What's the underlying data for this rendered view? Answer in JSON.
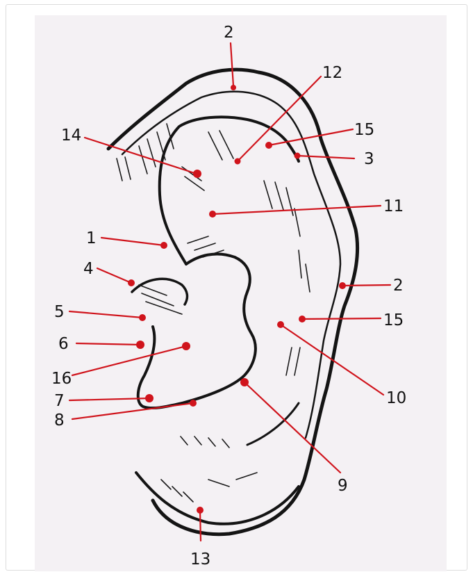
{
  "figure": {
    "labels": [
      {
        "id": "label-1",
        "text": "1"
      },
      {
        "id": "label-2-top",
        "text": "2"
      },
      {
        "id": "label-2-right",
        "text": "2"
      },
      {
        "id": "label-3",
        "text": "3"
      },
      {
        "id": "label-4",
        "text": "4"
      },
      {
        "id": "label-5",
        "text": "5"
      },
      {
        "id": "label-6",
        "text": "6"
      },
      {
        "id": "label-7",
        "text": "7"
      },
      {
        "id": "label-8",
        "text": "8"
      },
      {
        "id": "label-9",
        "text": "9"
      },
      {
        "id": "label-10",
        "text": "10"
      },
      {
        "id": "label-11",
        "text": "11"
      },
      {
        "id": "label-12",
        "text": "12"
      },
      {
        "id": "label-13",
        "text": "13"
      },
      {
        "id": "label-14",
        "text": "14"
      },
      {
        "id": "label-15-top",
        "text": "15"
      },
      {
        "id": "label-15-right",
        "text": "15"
      },
      {
        "id": "label-16",
        "text": "16"
      }
    ],
    "colors": {
      "leader": "#d0141c",
      "ink": "#141414",
      "paper": "#f4f1f4"
    }
  }
}
